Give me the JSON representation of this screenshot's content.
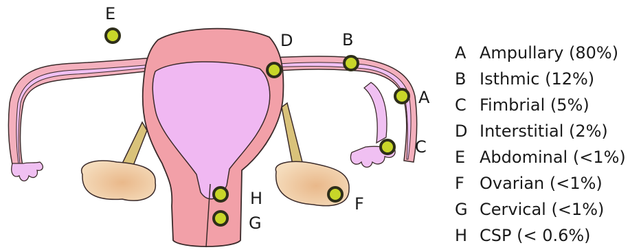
{
  "markers": {
    "A": "A",
    "B": "B",
    "C": "C",
    "D": "D",
    "E": "E",
    "F": "F",
    "G": "G",
    "H": "H"
  },
  "legend": [
    {
      "key": "A",
      "text": "Ampullary (80%)"
    },
    {
      "key": "B",
      "text": "Isthmic (12%)"
    },
    {
      "key": "C",
      "text": "Fimbrial (5%)"
    },
    {
      "key": "D",
      "text": "Interstitial (2%)"
    },
    {
      "key": "E",
      "text": "Abdominal (<1%)"
    },
    {
      "key": "F",
      "text": "Ovarian (<1%)"
    },
    {
      "key": "G",
      "text": "Cervical (<1%)"
    },
    {
      "key": "H",
      "text": "CSP (< 0.6%)"
    }
  ],
  "colors": {
    "uterus_wall": "#f2a0a8",
    "cavity": "#f0b8f2",
    "ovary": "#f0cba0",
    "ligament": "#d9c27a",
    "marker_fill": "#c8d629",
    "marker_ring": "#2e2e1a",
    "outline": "#3a2a2a"
  }
}
